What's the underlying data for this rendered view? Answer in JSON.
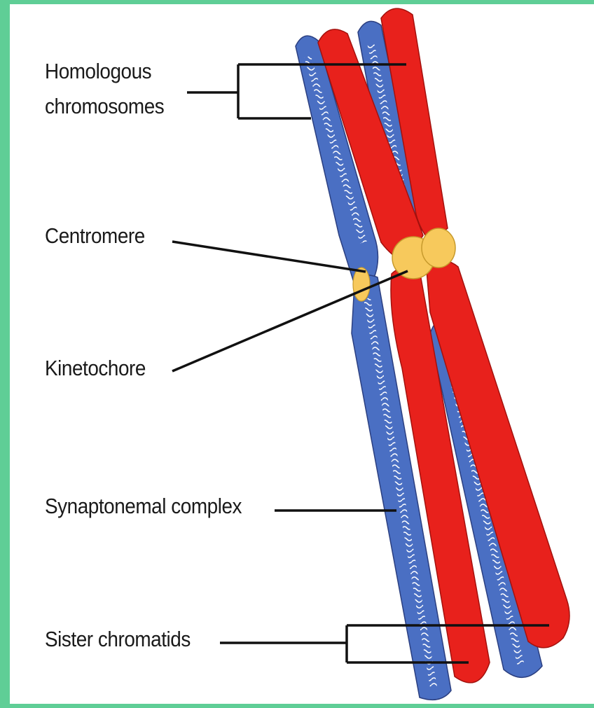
{
  "labels": {
    "homologous": [
      "Homologous",
      "chromosomes"
    ],
    "centromere": "Centromere",
    "kinetochore": "Kinetochore",
    "synaptonemal": "Synaptonemal complex",
    "sister": "Sister chromatids"
  },
  "colors": {
    "frame_border": "#5fce96",
    "background": "#ffffff",
    "chromatid_red": "#e8211c",
    "chromatid_blue": "#4a6fc3",
    "centromere_yellow": "#f7c95c",
    "synaptonemal_white": "#ffffff",
    "leader_line": "#111111"
  }
}
